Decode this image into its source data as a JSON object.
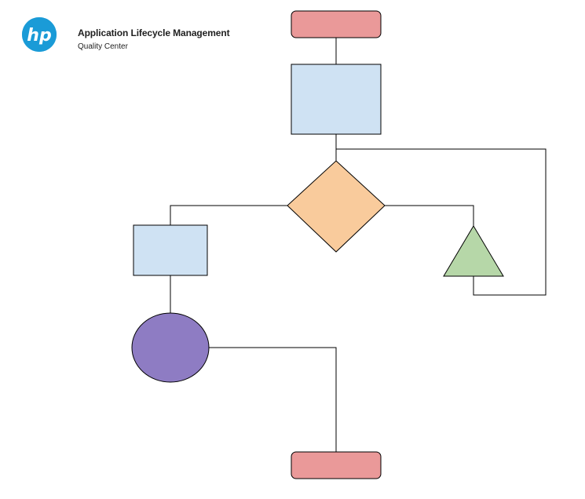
{
  "header": {
    "logo_text": "hp",
    "title": "Application Lifecycle Management",
    "subtitle": "Quality Center"
  },
  "diagram": {
    "nodes": [
      {
        "id": "start",
        "shape": "rounded-rectangle",
        "fill": "#ea9999"
      },
      {
        "id": "process-top",
        "shape": "rectangle",
        "fill": "#cfe2f3"
      },
      {
        "id": "decision",
        "shape": "diamond",
        "fill": "#f9cb9c"
      },
      {
        "id": "process-left",
        "shape": "rectangle",
        "fill": "#cfe2f3"
      },
      {
        "id": "triangle-right",
        "shape": "triangle",
        "fill": "#b6d7a8"
      },
      {
        "id": "circle",
        "shape": "ellipse",
        "fill": "#8e7cc3"
      },
      {
        "id": "end",
        "shape": "rounded-rectangle",
        "fill": "#ea9999"
      }
    ],
    "edges": [
      {
        "from": "start",
        "to": "process-top"
      },
      {
        "from": "process-top",
        "to": "decision"
      },
      {
        "from": "decision",
        "to": "process-left"
      },
      {
        "from": "decision",
        "to": "triangle-right"
      },
      {
        "from": "triangle-right",
        "to": "process-top"
      },
      {
        "from": "process-left",
        "to": "circle"
      },
      {
        "from": "circle",
        "to": "end"
      }
    ],
    "stroke_color": "#000000"
  }
}
